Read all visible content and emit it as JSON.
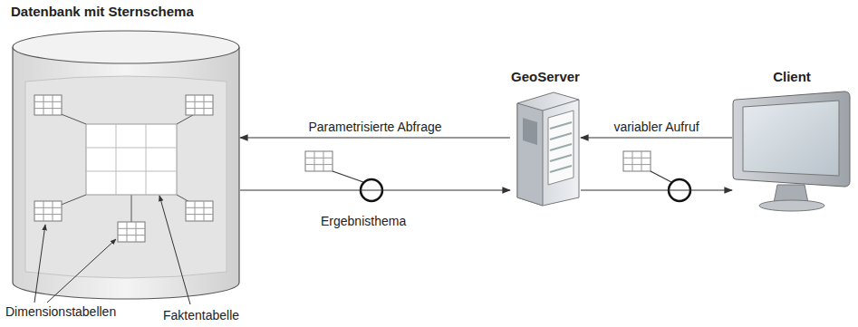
{
  "diagram": {
    "nodes": [
      {
        "text": [
          "Datenbank mit Sternschema"
        ]
      },
      {
        "text": [
          "GeoServer"
        ]
      },
      {
        "text": [
          "Client"
        ]
      }
    ],
    "edges": [
      {
        "from": 1,
        "to": 0,
        "arrow": "to",
        "label": "Parametrisierte Abfrage"
      },
      {
        "from": 2,
        "to": 1,
        "arrow": "to",
        "label": "variabler Aufruf"
      },
      {
        "from": 0,
        "to": 1,
        "arrow": "to",
        "label": "Ergebnisthema"
      },
      {
        "from": 1,
        "to": 2,
        "arrow": "to"
      }
    ],
    "labels": [
      "Dimensionstabellen",
      "Faktentabelle"
    ]
  }
}
